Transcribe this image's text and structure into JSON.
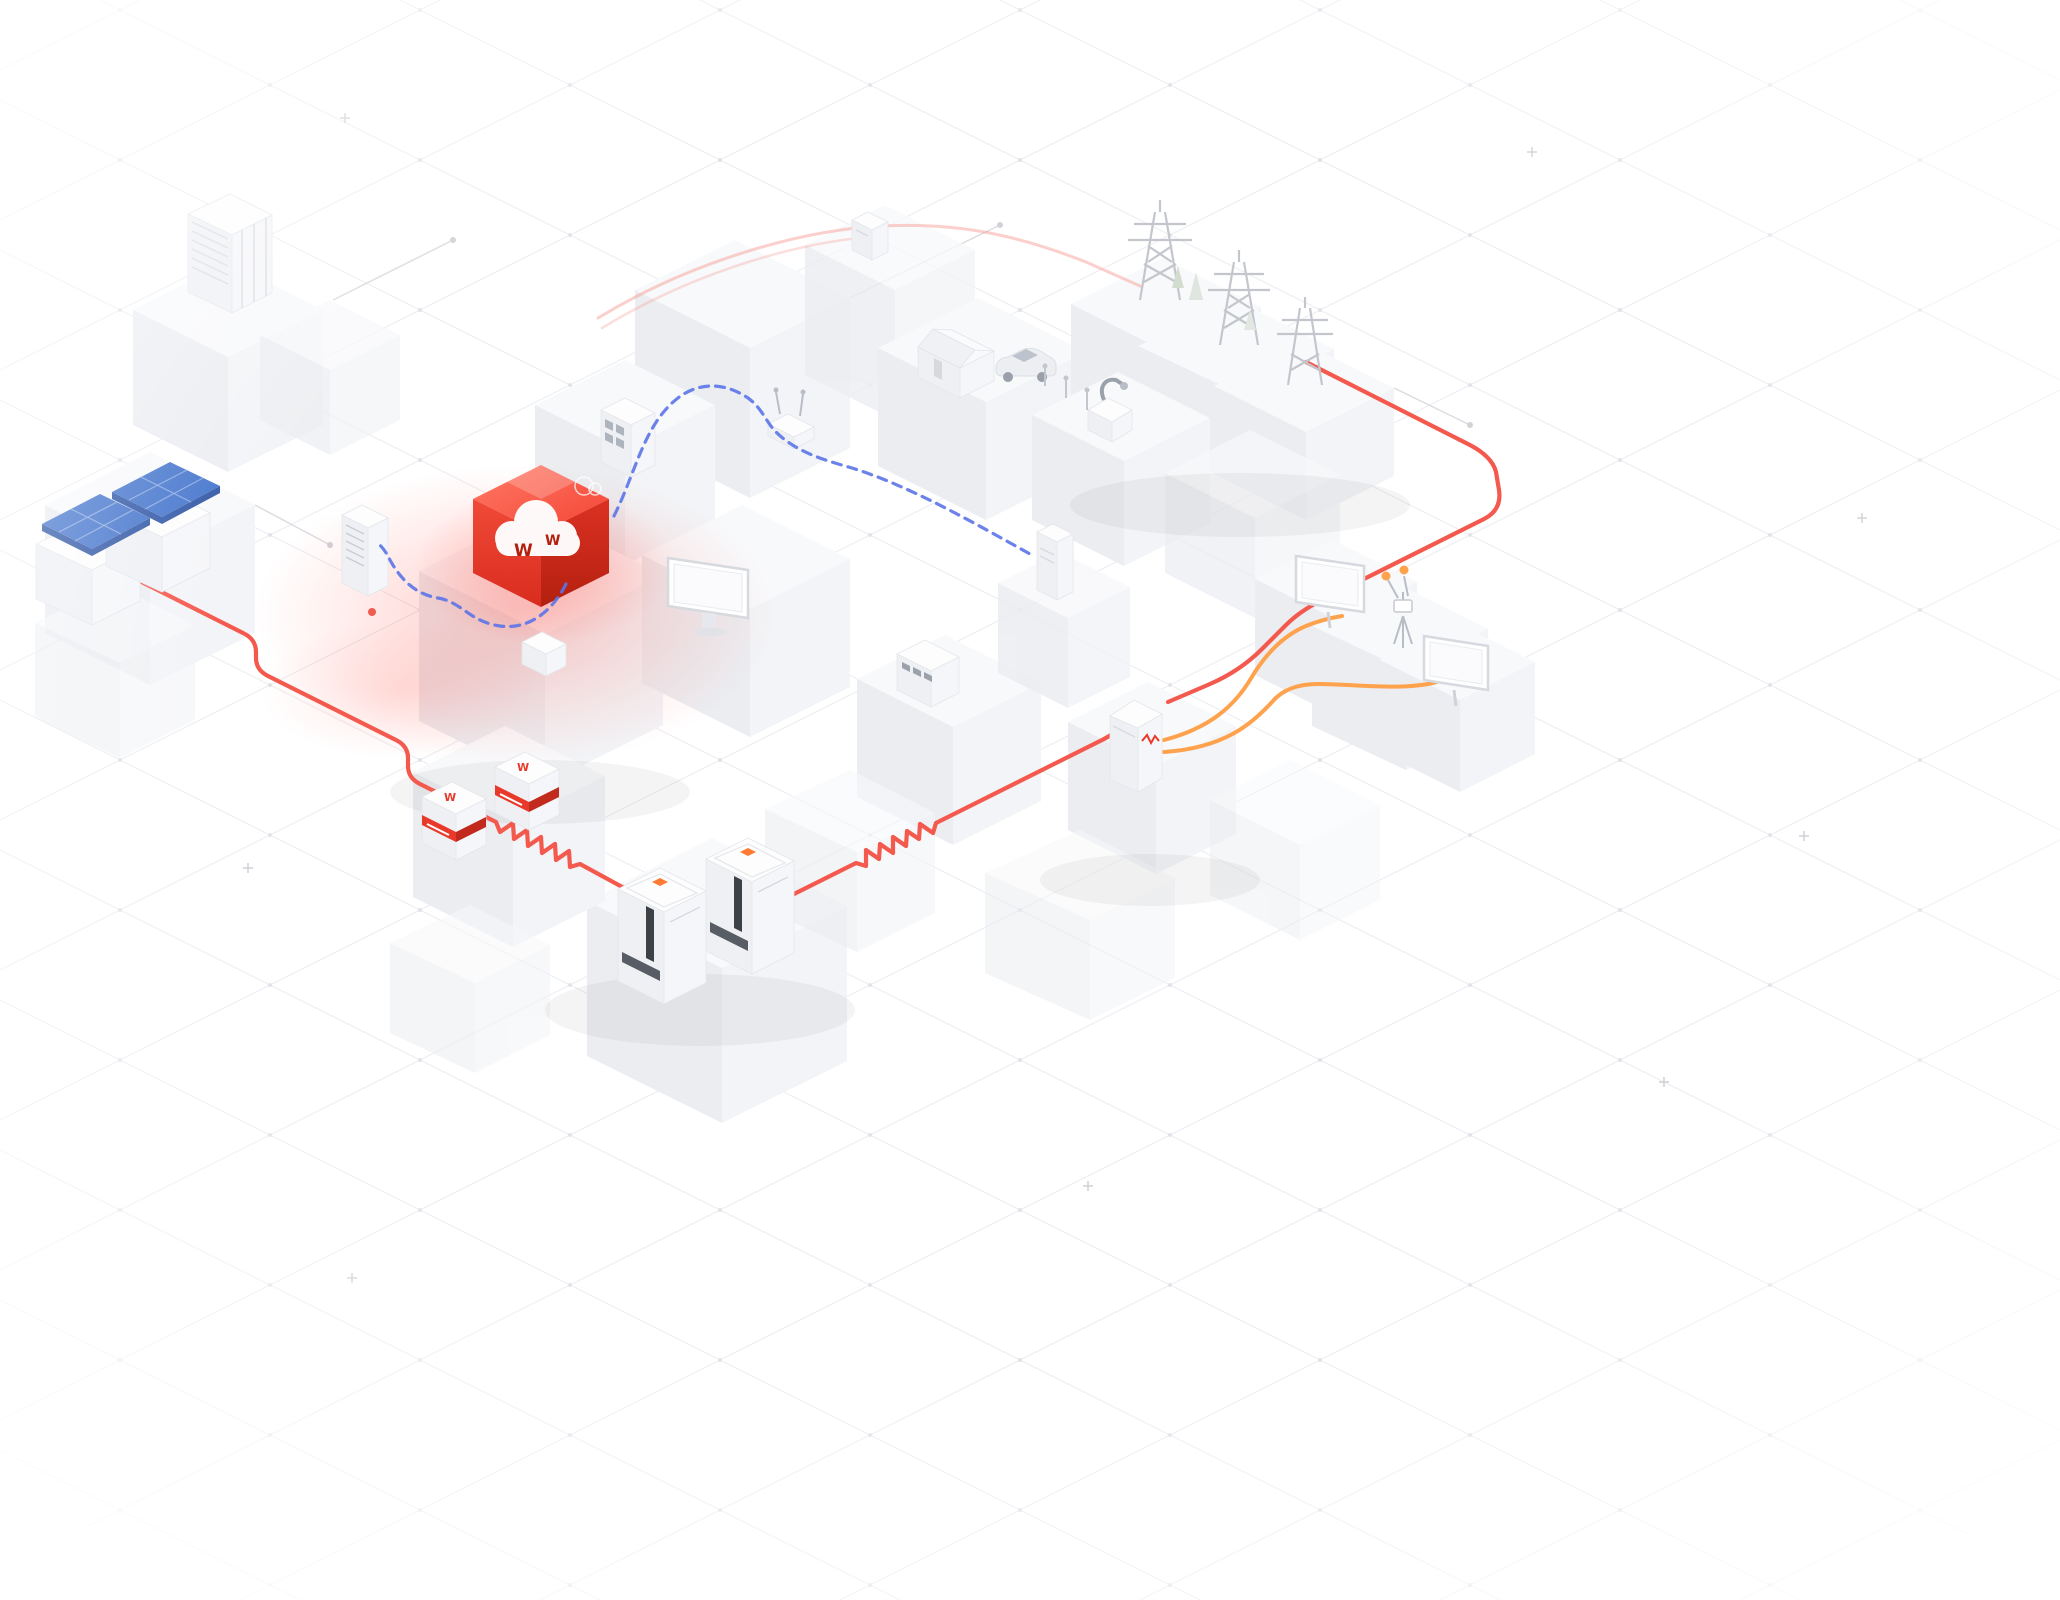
{
  "scene": {
    "title": "isometric-energy-ecosystem-illustration",
    "logo_glyph": "W",
    "colors": {
      "accent_red": "#e8392b",
      "cube_top_light": "#ff7a64",
      "cube_top_dark": "#f44336",
      "cube_left_light": "#f04a38",
      "cube_left_dark": "#d92c1f",
      "cube_right_light": "#dc3123",
      "cube_right_dark": "#b3200f",
      "glow_red": "#ff3b2d",
      "power_line": "#f4594e",
      "power_line_faint": "#f6968e",
      "data_line": "#5b74e8",
      "backup_line": "#ffa24d",
      "solar_blue": "#4273cc",
      "solar_blue_dark": "#2e55a5",
      "solar_grid": "#8aa8e0",
      "cabinet_orange": "#ff7a33",
      "slot_dark": "#3c4148"
    },
    "nodes": [
      {
        "id": "solar-array",
        "label": "solar panels",
        "icon": "solar-panel-icon"
      },
      {
        "id": "office-building",
        "label": "office building",
        "icon": "building-icon"
      },
      {
        "id": "grid-pylons",
        "label": "transmission towers",
        "icon": "pylon-icon"
      },
      {
        "id": "house",
        "label": "house",
        "icon": "house-icon"
      },
      {
        "id": "car",
        "label": "car",
        "icon": "car-icon"
      },
      {
        "id": "wifi-router",
        "label": "router",
        "icon": "router-icon"
      },
      {
        "id": "server-cabinet",
        "label": "control cabinet",
        "icon": "cabinet-icon"
      },
      {
        "id": "switchboard",
        "label": "switchboard",
        "icon": "switchboard-icon"
      },
      {
        "id": "cloud-cube",
        "label": "cloud platform cube",
        "icon": "cloud-icon"
      },
      {
        "id": "display-monitor",
        "label": "monitor",
        "icon": "monitor-icon"
      },
      {
        "id": "meter-cabinet",
        "label": "meter cabinet",
        "icon": "meter-icon"
      },
      {
        "id": "hybrid-inverter",
        "label": "inverter tower",
        "icon": "inverter-icon"
      },
      {
        "id": "backup-battery",
        "label": "battery unit",
        "icon": "battery-icon"
      },
      {
        "id": "info-screen-1",
        "label": "display screen",
        "icon": "screen-icon"
      },
      {
        "id": "info-screen-2",
        "label": "display screen",
        "icon": "screen-icon"
      },
      {
        "id": "sensor-station",
        "label": "sensor station",
        "icon": "sensor-icon"
      },
      {
        "id": "inverter-1",
        "label": "wall inverter",
        "icon": "inverter-icon"
      },
      {
        "id": "inverter-2",
        "label": "wall inverter",
        "icon": "inverter-icon"
      },
      {
        "id": "battery-cabinet-1",
        "label": "battery cabinet",
        "icon": "battery-cabinet-icon"
      },
      {
        "id": "battery-cabinet-2",
        "label": "battery cabinet",
        "icon": "battery-cabinet-icon"
      }
    ],
    "connections": [
      {
        "from": "solar-array",
        "to": "inverter-1",
        "type": "power",
        "color_key": "power_line"
      },
      {
        "from": "inverter-2",
        "to": "battery-cabinet-1",
        "type": "power",
        "color_key": "power_line"
      },
      {
        "from": "battery-cabinet-2",
        "to": "backup-battery",
        "type": "power",
        "color_key": "power_line"
      },
      {
        "from": "grid-pylons",
        "to": "backup-battery",
        "type": "power",
        "color_key": "power_line"
      },
      {
        "from": "cloud-cube",
        "to": "wifi-router",
        "type": "data",
        "color_key": "data_line"
      },
      {
        "from": "wifi-router",
        "to": "hybrid-inverter",
        "type": "data",
        "color_key": "data_line"
      },
      {
        "from": "cloud-cube",
        "to": "switchboard",
        "type": "data",
        "color_key": "data_line"
      },
      {
        "from": "backup-battery",
        "to": "info-screen-1",
        "type": "backup",
        "color_key": "backup_line"
      },
      {
        "from": "backup-battery",
        "to": "info-screen-2",
        "type": "backup",
        "color_key": "backup_line"
      }
    ]
  }
}
